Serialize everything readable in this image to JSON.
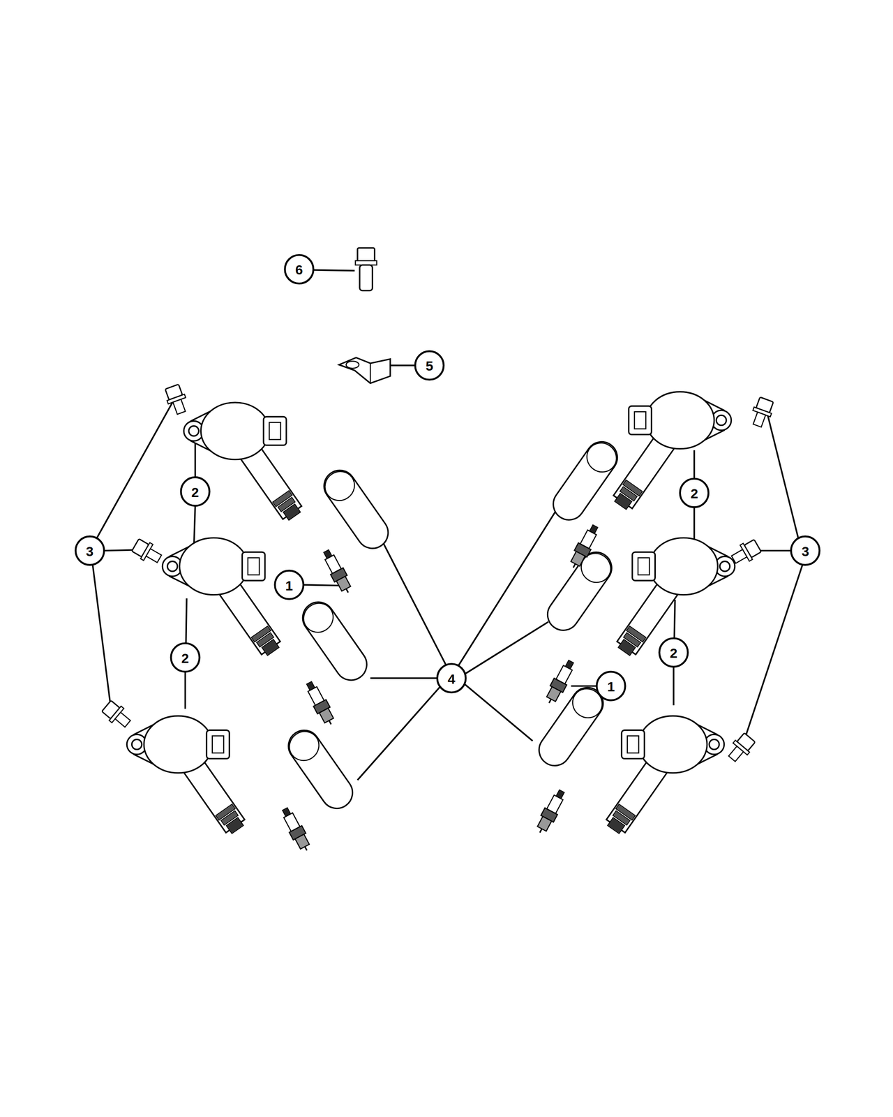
{
  "diagram": {
    "labels": [
      "6",
      "5",
      "2",
      "2",
      "3",
      "3",
      "1",
      "2",
      "2",
      "4",
      "1"
    ]
  }
}
